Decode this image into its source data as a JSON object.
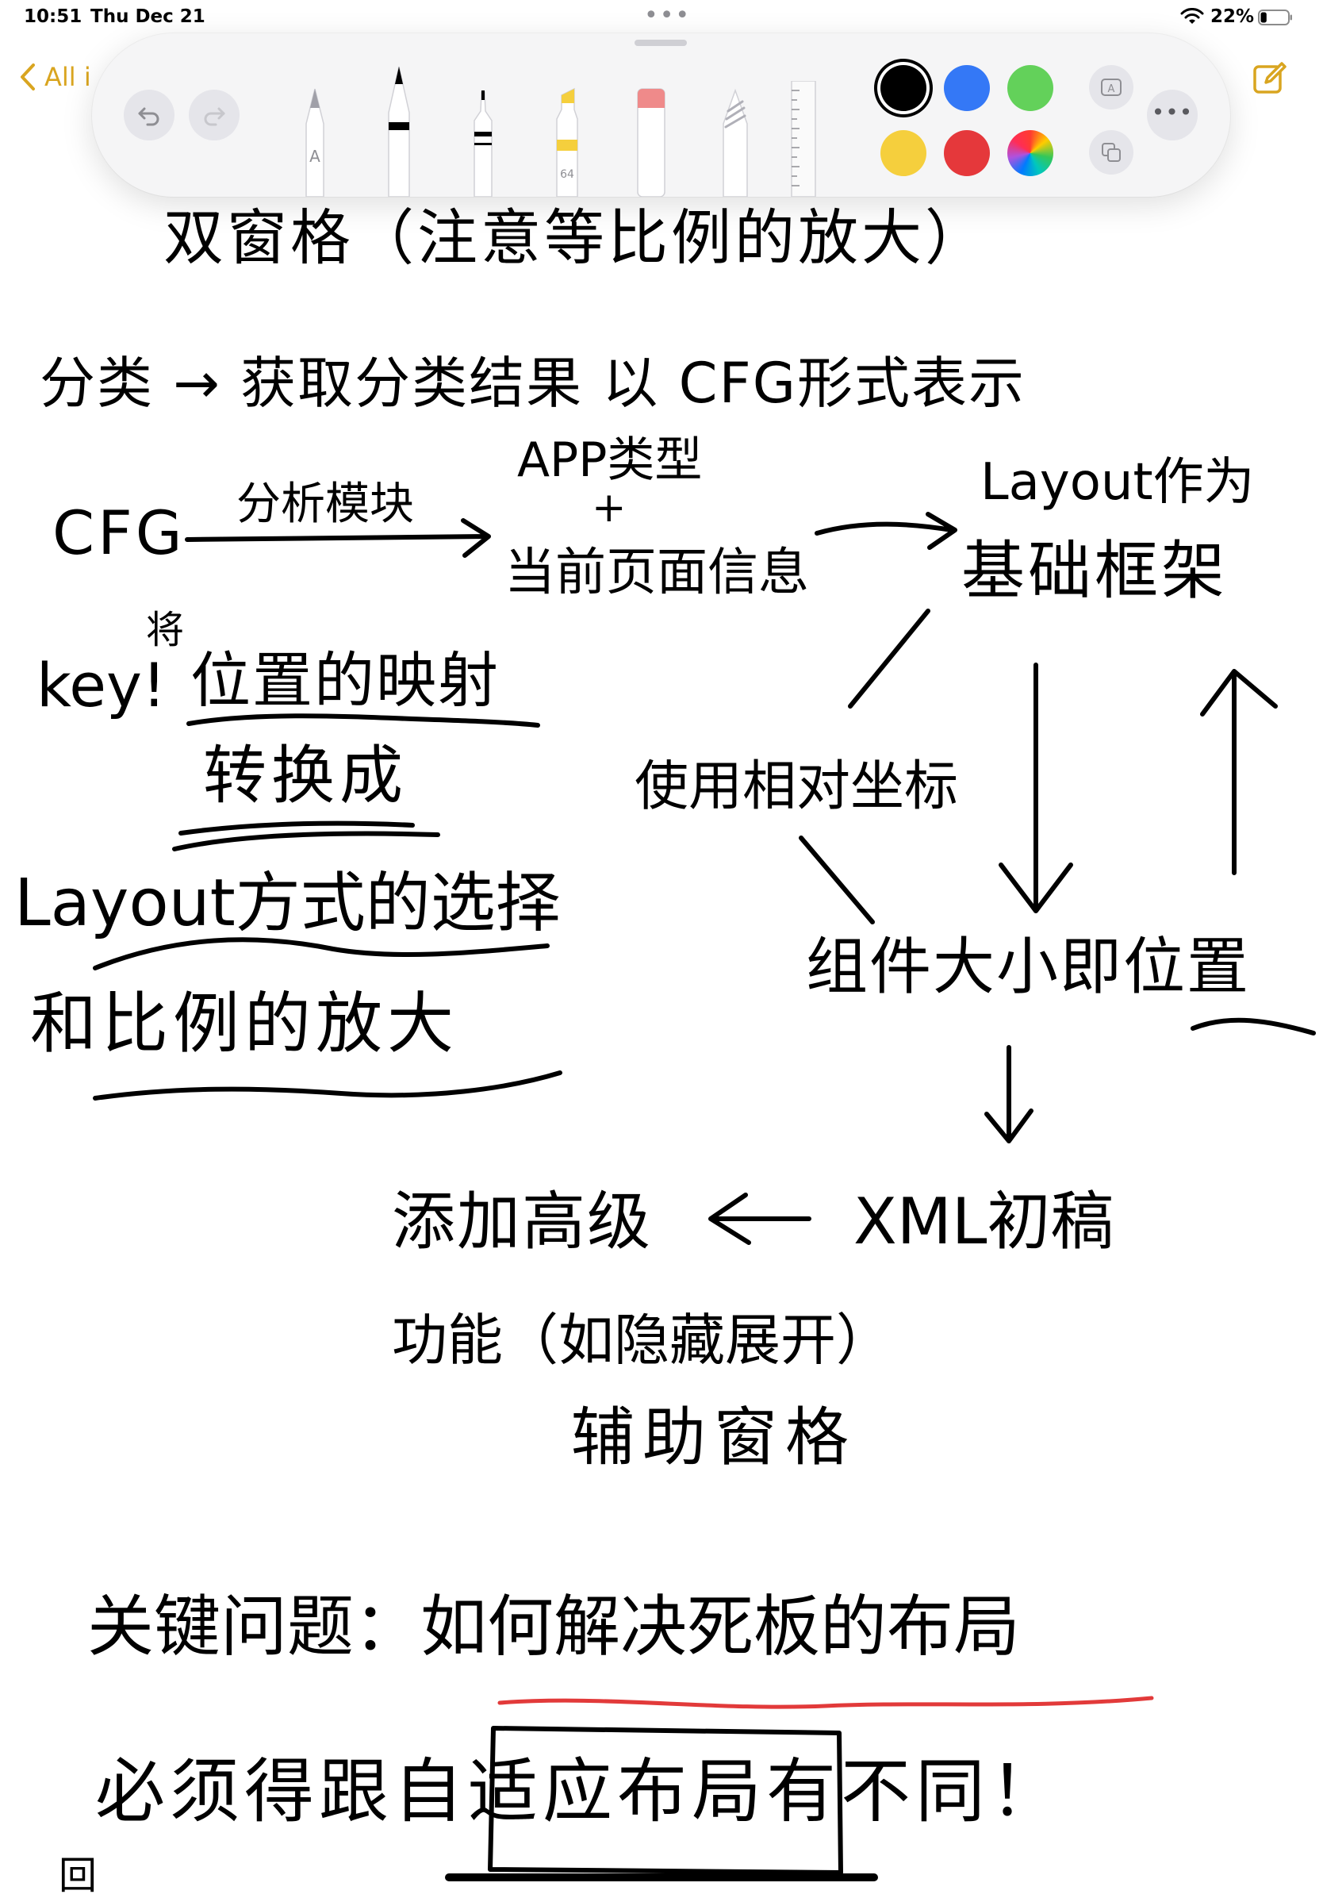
{
  "status_bar": {
    "time": "10:51",
    "date": "Thu Dec 21",
    "battery_percent": "22%",
    "battery_level": 0.22,
    "multitask_dots": "•••"
  },
  "nav": {
    "back_label": "All i"
  },
  "palette": {
    "tools": [
      {
        "name": "monoline-pen",
        "label": "A"
      },
      {
        "name": "pen",
        "label": ""
      },
      {
        "name": "fineliner",
        "label": ""
      },
      {
        "name": "marker",
        "label": "64"
      },
      {
        "name": "eraser",
        "label": ""
      },
      {
        "name": "lasso",
        "label": ""
      },
      {
        "name": "ruler",
        "label": ""
      }
    ],
    "colors": [
      "#000000",
      "#3478f6",
      "#63d15a",
      "#f5cf3d",
      "#e5383b",
      "multicolor"
    ],
    "selected_color": "#000000",
    "accent": "#d9a520",
    "more_label": "•••"
  },
  "note": {
    "lines": [
      {
        "id": "title",
        "text": "双窗格（注意等比例的放大）"
      },
      {
        "id": "l1",
        "text": "分类 → 获取分类结果 以 CFG形式表示"
      },
      {
        "id": "cfg",
        "text": "CFG"
      },
      {
        "id": "arrow1",
        "text": "分析模块"
      },
      {
        "id": "apptype",
        "text": "APP类型"
      },
      {
        "id": "plus",
        "text": "+"
      },
      {
        "id": "pageinfo",
        "text": "当前页面信息"
      },
      {
        "id": "layout1",
        "text": "Layout作为"
      },
      {
        "id": "layout2",
        "text": "基础框架"
      },
      {
        "id": "key1a",
        "text": "key!"
      },
      {
        "id": "key1b",
        "text": "位置的映射"
      },
      {
        "id": "key1c",
        "text": "将"
      },
      {
        "id": "key2",
        "text": "转换成"
      },
      {
        "id": "layoutsel",
        "text": "Layout方式的选择"
      },
      {
        "id": "ratio",
        "text": "和比例的放大"
      },
      {
        "id": "relcoord",
        "text": "使用相对坐标"
      },
      {
        "id": "compsize",
        "text": "组件大小即位置"
      },
      {
        "id": "adv",
        "text": "添加高级"
      },
      {
        "id": "xml",
        "text": "XML初稿"
      },
      {
        "id": "func",
        "text": "功能（如隐藏展开）"
      },
      {
        "id": "aux",
        "text": "辅助窗格"
      },
      {
        "id": "keyq",
        "text": "关键问题：如何解决死板的布局"
      },
      {
        "id": "must",
        "text": "必须得跟自适应布局有不同！"
      },
      {
        "id": "edge",
        "text": "回"
      }
    ]
  }
}
